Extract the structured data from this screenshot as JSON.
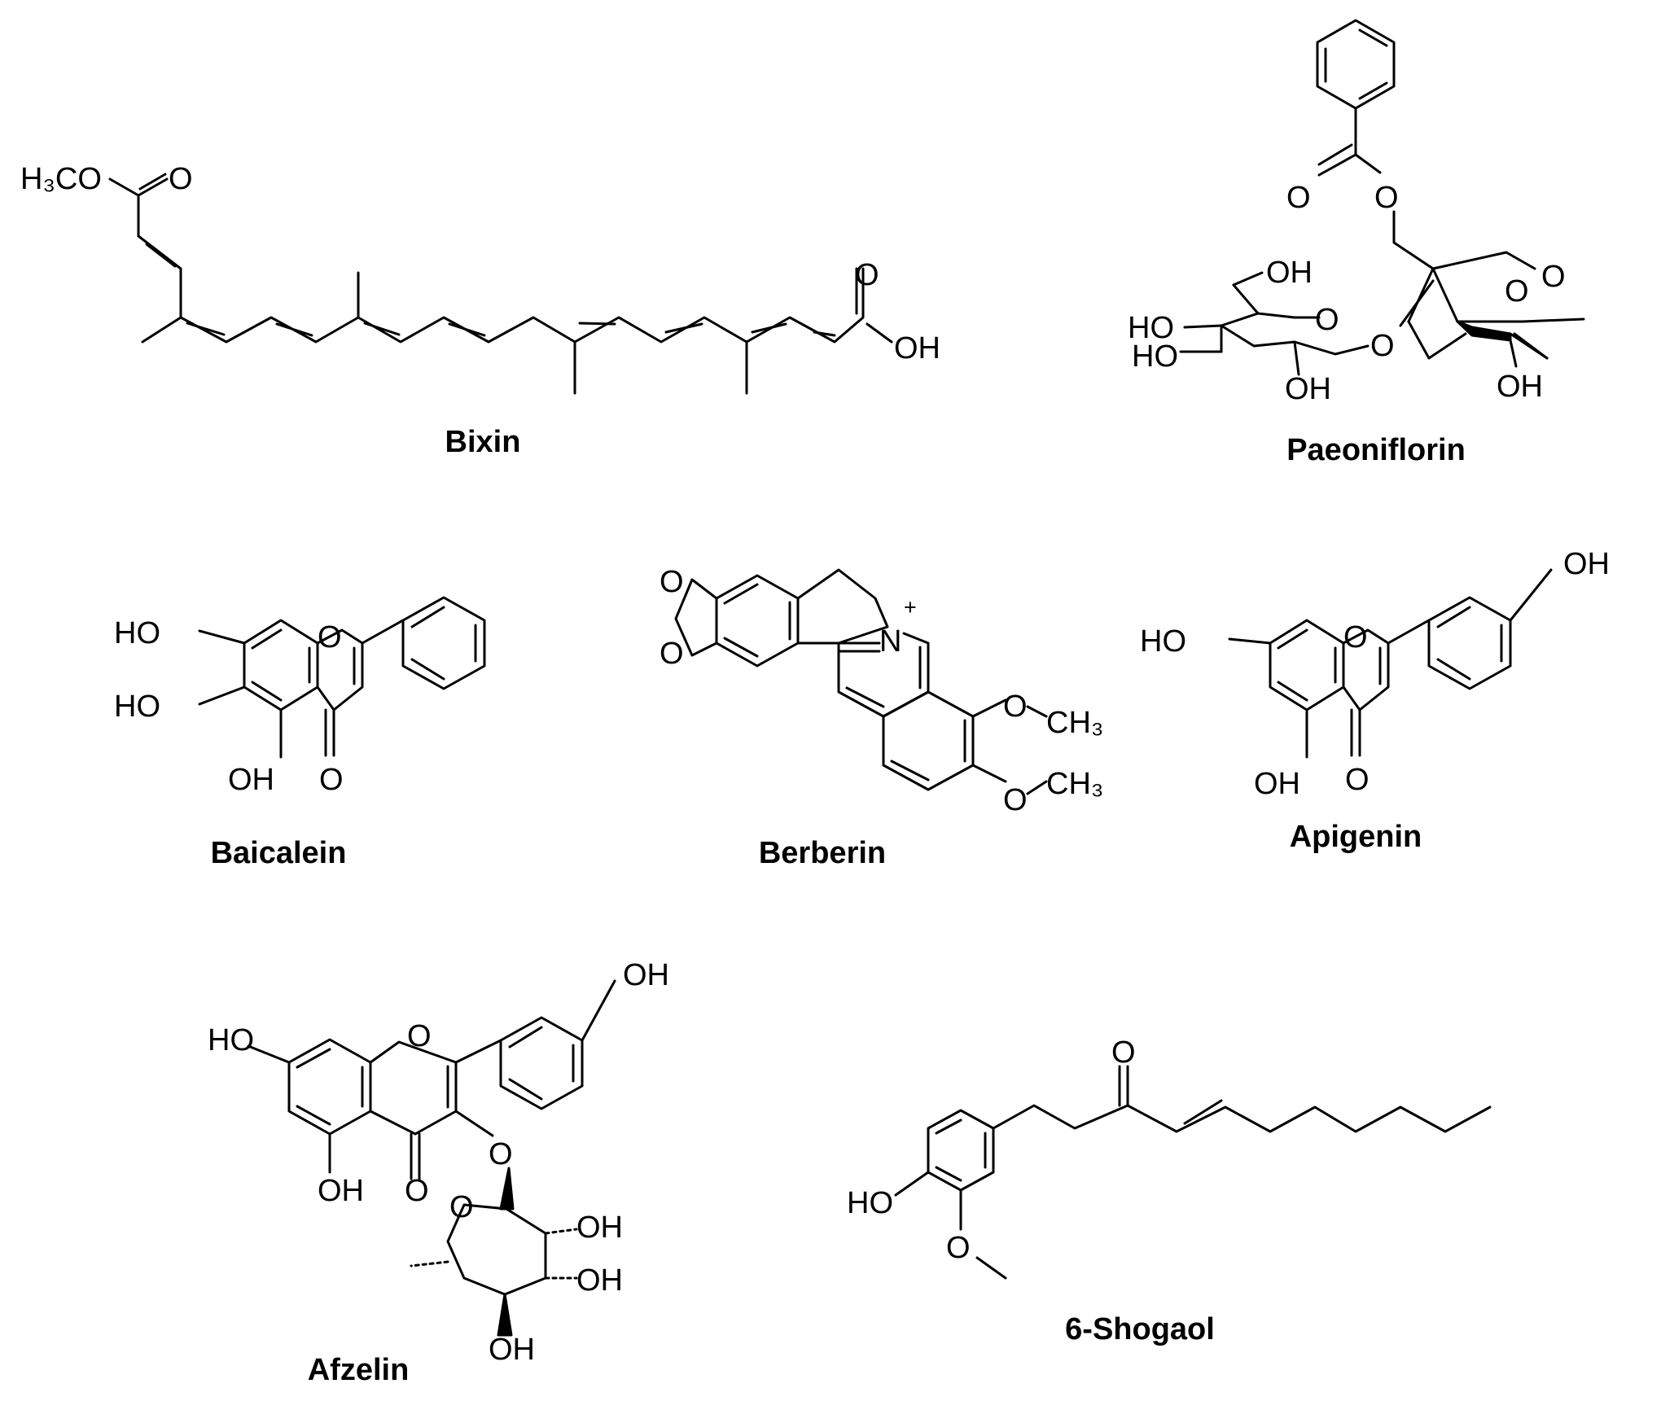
{
  "compounds": {
    "bixin": {
      "name": "Bixin",
      "label_h3co": "H₃CO",
      "label_o_top": "O",
      "label_o_acid": "O",
      "label_oh": "OH"
    },
    "paeoniflorin": {
      "name": "Paeoniflorin",
      "label_o_ester": "O",
      "label_o_ester2": "O",
      "label_oh_ch2": "OH",
      "label_ho_1": "HO",
      "label_ho_2": "HO",
      "label_o_ring": "O",
      "label_o_link": "O",
      "label_oh_bottom": "OH",
      "label_oh_right": "OH",
      "label_o_cage1": "O",
      "label_o_cage2": "O"
    },
    "baicalein": {
      "name": "Baicalein",
      "label_ho_1": "HO",
      "label_ho_2": "HO",
      "label_oh": "OH",
      "label_o_ring": "O",
      "label_o_keto": "O"
    },
    "berberin": {
      "name": "Berberin",
      "label_o1": "O",
      "label_o2": "O",
      "label_n": "N",
      "label_plus": "+",
      "label_och3_1": "O",
      "label_ch3_1": "CH₃",
      "label_och3_2": "O",
      "label_ch3_2": "CH₃"
    },
    "apigenin": {
      "name": "Apigenin",
      "label_ho": "HO",
      "label_oh_top": "OH",
      "label_oh_bottom": "OH",
      "label_o_ring": "O",
      "label_o_keto": "O"
    },
    "afzelin": {
      "name": "Afzelin",
      "label_ho": "HO",
      "label_oh_top": "OH",
      "label_oh_bottom": "OH",
      "label_o_ring": "O",
      "label_o_keto": "O",
      "label_o_link": "O",
      "label_o_sugar": "O",
      "label_oh_s1": "OH",
      "label_oh_s2": "OH",
      "label_oh_s3": "OH"
    },
    "shogaol": {
      "name": "6-Shogaol",
      "label_o_keto": "O",
      "label_ho": "HO",
      "label_o_methoxy": "O"
    }
  }
}
